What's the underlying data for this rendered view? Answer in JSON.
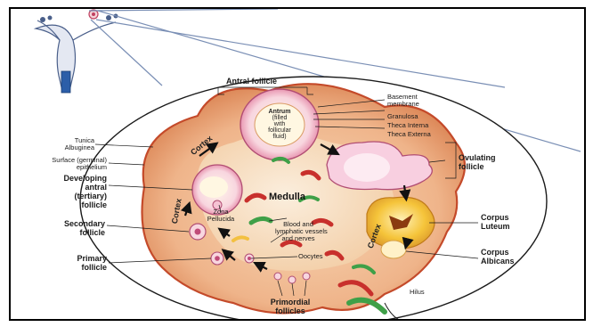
{
  "labels": {
    "antral_follicle": "Antral follicle",
    "antrum": [
      "Antrum",
      "(filled",
      "with",
      "follicular",
      "fluid)"
    ],
    "basement_membrane": [
      "Basement",
      "membrane"
    ],
    "granulosa": "Granulosa",
    "theca_interna": "Theca Interna",
    "theca_externa": "Theca Externa",
    "tunica_albuginea": [
      "Tunica",
      "Albuginea"
    ],
    "surface_epithelium": [
      "Surface (germinal)",
      "epithelium"
    ],
    "developing_antral": [
      "Developing",
      "antral",
      "(tertiary)",
      "follicle"
    ],
    "zona_pellucida": [
      "Zona",
      "Pellucida"
    ],
    "medulla": "Medulla",
    "blood_vessels": [
      "Blood and",
      "lymphatic vessels",
      "and nerves"
    ],
    "secondary_follicle": [
      "Secondary",
      "follicle"
    ],
    "primary_follicle": [
      "Primary",
      "follicle"
    ],
    "oocytes": "Oocytes",
    "primordial_follicles": [
      "Primordial",
      "follicles"
    ],
    "ovulating_follicle": [
      "Ovulating",
      "follicle"
    ],
    "corpus_luteum": [
      "Corpus",
      "Luteum"
    ],
    "corpus_albicans": [
      "Corpus",
      "Albicans"
    ],
    "hilus": "Hilus",
    "cortex": "Cortex"
  },
  "colors": {
    "ovary_outer": "#e8a071",
    "ovary_inner": "#f2c79e",
    "medulla": "#f7dcc0",
    "vessel_red": "#c8302c",
    "vessel_green": "#3fa048",
    "follicle_pink": "#e07aa0",
    "corpus_luteum": "#f3b52b",
    "tube_blue": "#2c5ea8"
  },
  "icons": [
    "uterus-tubes-icon",
    "zoom-lens-icon",
    "arrow-icon"
  ]
}
